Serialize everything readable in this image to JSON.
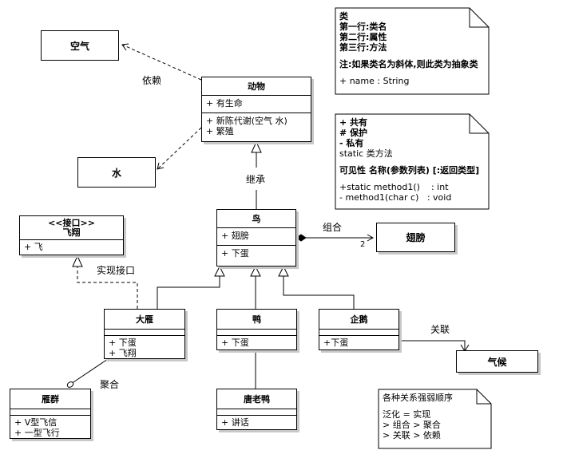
{
  "boxes": {
    "air": "空气",
    "water": "水",
    "wing_class": "翅膀",
    "climate": "气候"
  },
  "classes": {
    "animal": {
      "name": "动物",
      "attrs": [
        "+ 有生命"
      ],
      "methods": [
        "+ 新陈代谢(空气 水)",
        "+ 繁殖"
      ]
    },
    "iface": {
      "stereotype": "<<接口>>",
      "name": "飞翔",
      "methods": [
        "+ 飞"
      ]
    },
    "bird": {
      "name": "鸟",
      "attrs": [
        "+ 翅膀"
      ],
      "methods": [
        "+ 下蛋"
      ]
    },
    "goose": {
      "name": "大雁",
      "methods": [
        "+ 下蛋",
        "+ 飞翔"
      ]
    },
    "duck": {
      "name": "鸭",
      "methods": [
        "+ 下蛋"
      ]
    },
    "penguin": {
      "name": "企鹅",
      "methods": [
        "+下蛋"
      ]
    },
    "donald": {
      "name": "唐老鸭",
      "methods": [
        "+ 讲话"
      ]
    },
    "flock": {
      "name": "雁群",
      "methods": [
        "+ V型飞信",
        "+ 一型飞行"
      ]
    }
  },
  "labels": {
    "dependency": "依赖",
    "inherit": "继承",
    "realize": "实现接口",
    "composition": "组合",
    "multiplicity": "2",
    "aggregation": "聚合",
    "association": "关联"
  },
  "notes": {
    "note1": [
      "类",
      "第一行:类名",
      "第二行:属性",
      "第三行:方法",
      "",
      "注:如果类名为斜体,则此类为抽象类",
      "",
      "+ name : String"
    ],
    "note2": [
      "+ 共有",
      "# 保护",
      "- 私有",
      "static 类方法",
      "",
      "可见性 名称(参数列表) [:返回类型]",
      "",
      "+static method1()    : int",
      "- method1(char c)   : void"
    ],
    "note3": [
      "各种关系强弱顺序",
      "",
      "泛化 = 实现",
      "> 组合 > 聚合",
      "> 关联 > 依赖"
    ]
  }
}
